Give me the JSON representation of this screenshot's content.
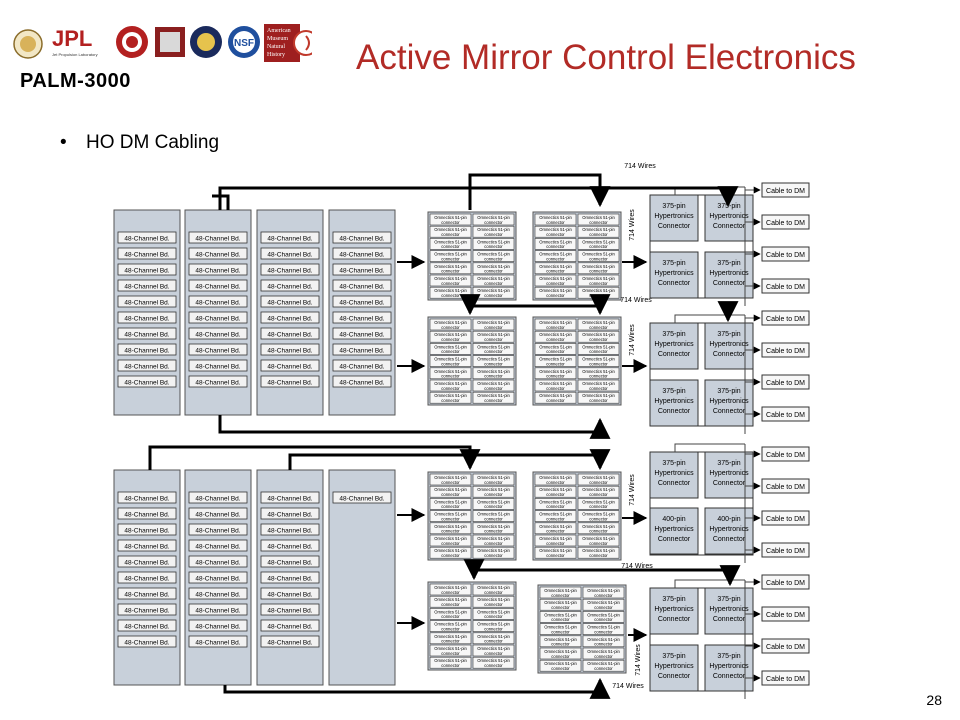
{
  "header": {
    "program": "PALM-3000",
    "title": "Active Mirror Control Electronics",
    "logos": [
      {
        "name": "caltech-seal-icon",
        "text": ""
      },
      {
        "name": "jpl-logo",
        "text": "JPL"
      },
      {
        "name": "jpl-subtitle",
        "text": "Jet Propulsion Laboratory"
      },
      {
        "name": "cornell-seal-icon",
        "text": ""
      },
      {
        "name": "crest-icon",
        "text": ""
      },
      {
        "name": "navy-seal-icon",
        "text": ""
      },
      {
        "name": "nsf-logo",
        "text": "NSF"
      },
      {
        "name": "amnh-logo",
        "lines": [
          "American",
          "Museum",
          "Natural",
          "History"
        ]
      },
      {
        "name": "spiral-logo-icon",
        "text": ""
      }
    ]
  },
  "bullets": [
    "HO DM Cabling"
  ],
  "diagram": {
    "board_label": "48-Channel Bd.",
    "connector_label_line1": "Omnectics 51-pin",
    "connector_label_line2": "connector",
    "hyper_375": [
      "375-pin",
      "Hypertronics",
      "Connector"
    ],
    "hyper_400": [
      "400-pin",
      "Hypertronics",
      "Connector"
    ],
    "cable_label": "Cable to DM",
    "wires_label": "714 Wires"
  },
  "footer": {
    "page_number": "28"
  }
}
